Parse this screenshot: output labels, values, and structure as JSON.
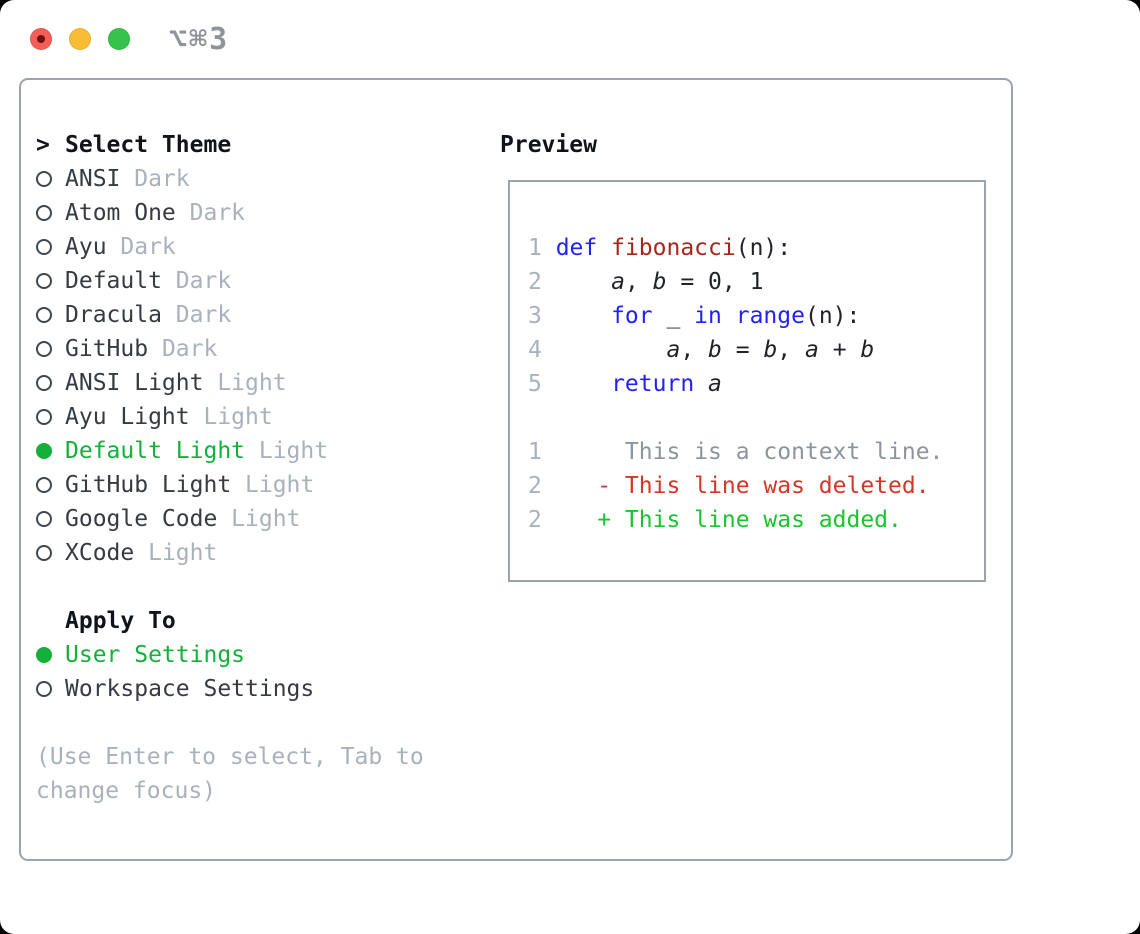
{
  "window": {
    "title": "⌥⌘3"
  },
  "colors": {
    "accent_green": "#14b13a",
    "added_green": "#1dc32f",
    "deleted_red": "#d2372a",
    "keyword_blue": "#2222f2",
    "function_red": "#a6271a",
    "muted_gray": "#a9b1bc",
    "border_gray": "#9aa3ae",
    "traffic_red": "#f35f58",
    "traffic_yellow": "#f9bd35",
    "traffic_green": "#36c24b"
  },
  "theme_list": {
    "header_prefix": ">",
    "header": "Select Theme",
    "items": [
      {
        "name": "ANSI",
        "variant": "Dark",
        "selected": false
      },
      {
        "name": "Atom One",
        "variant": "Dark",
        "selected": false
      },
      {
        "name": "Ayu",
        "variant": "Dark",
        "selected": false
      },
      {
        "name": "Default",
        "variant": "Dark",
        "selected": false
      },
      {
        "name": "Dracula",
        "variant": "Dark",
        "selected": false
      },
      {
        "name": "GitHub",
        "variant": "Dark",
        "selected": false
      },
      {
        "name": "ANSI Light",
        "variant": "Light",
        "selected": false
      },
      {
        "name": "Ayu Light",
        "variant": "Light",
        "selected": false
      },
      {
        "name": "Default Light",
        "variant": "Light",
        "selected": true
      },
      {
        "name": "GitHub Light",
        "variant": "Light",
        "selected": false
      },
      {
        "name": "Google Code",
        "variant": "Light",
        "selected": false
      },
      {
        "name": "XCode",
        "variant": "Light",
        "selected": false
      }
    ]
  },
  "apply_to": {
    "header": "Apply To",
    "items": [
      {
        "name": "User Settings",
        "selected": true
      },
      {
        "name": "Workspace Settings",
        "selected": false
      }
    ]
  },
  "hint": "(Use Enter to select, Tab to change focus)",
  "preview": {
    "header": "Preview",
    "lines": [
      {
        "num": "1",
        "kind": "code",
        "segments": [
          {
            "t": "def",
            "c": "kw"
          },
          {
            "t": " ",
            "c": "pl"
          },
          {
            "t": "fibonacci",
            "c": "fn"
          },
          {
            "t": "(n):",
            "c": "pl"
          }
        ]
      },
      {
        "num": "2",
        "kind": "code",
        "segments": [
          {
            "t": "    ",
            "c": "pl"
          },
          {
            "t": "a",
            "c": "var"
          },
          {
            "t": ", ",
            "c": "pl"
          },
          {
            "t": "b",
            "c": "var"
          },
          {
            "t": " = 0, 1",
            "c": "pl"
          }
        ]
      },
      {
        "num": "3",
        "kind": "code",
        "segments": [
          {
            "t": "    ",
            "c": "pl"
          },
          {
            "t": "for",
            "c": "kw"
          },
          {
            "t": " _ ",
            "c": "pl"
          },
          {
            "t": "in",
            "c": "kw"
          },
          {
            "t": " ",
            "c": "pl"
          },
          {
            "t": "range",
            "c": "kw"
          },
          {
            "t": "(n):",
            "c": "pl"
          }
        ]
      },
      {
        "num": "4",
        "kind": "code",
        "segments": [
          {
            "t": "        ",
            "c": "pl"
          },
          {
            "t": "a",
            "c": "var"
          },
          {
            "t": ", ",
            "c": "pl"
          },
          {
            "t": "b",
            "c": "var"
          },
          {
            "t": " = ",
            "c": "pl"
          },
          {
            "t": "b",
            "c": "var"
          },
          {
            "t": ", ",
            "c": "pl"
          },
          {
            "t": "a",
            "c": "var"
          },
          {
            "t": " + ",
            "c": "pl"
          },
          {
            "t": "b",
            "c": "var"
          }
        ]
      },
      {
        "num": "5",
        "kind": "code",
        "segments": [
          {
            "t": "    ",
            "c": "pl"
          },
          {
            "t": "return",
            "c": "kw"
          },
          {
            "t": " ",
            "c": "pl"
          },
          {
            "t": "a",
            "c": "var"
          }
        ]
      },
      {
        "num": "",
        "kind": "blank",
        "segments": []
      },
      {
        "num": "1",
        "kind": "context",
        "segments": [
          {
            "t": "     This is a context line.",
            "c": "ctx"
          }
        ]
      },
      {
        "num": "2",
        "kind": "deleted",
        "segments": [
          {
            "t": "   - This line was deleted.",
            "c": "del"
          }
        ]
      },
      {
        "num": "2",
        "kind": "added",
        "segments": [
          {
            "t": "   + This line was added.",
            "c": "add"
          }
        ]
      }
    ]
  }
}
